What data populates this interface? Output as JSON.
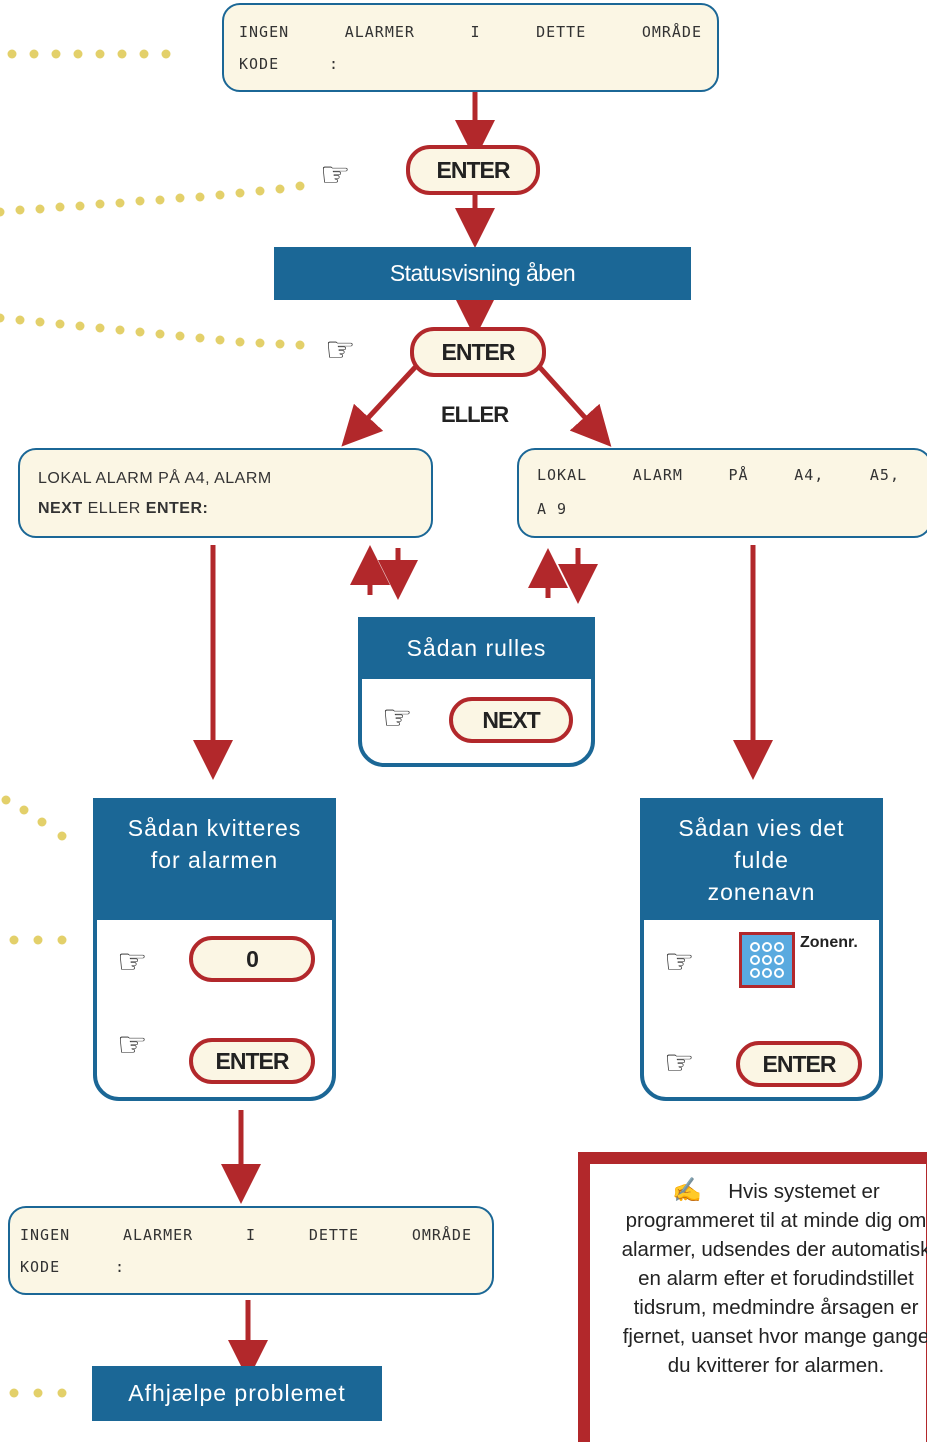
{
  "display_top": {
    "line1": [
      "INGEN",
      "ALARMER",
      "I",
      "DETTE",
      "OMRÅDE"
    ],
    "line2": [
      "KODE",
      ":"
    ]
  },
  "buttons": {
    "enter": "ENTER",
    "next": "NEXT",
    "zero": "0"
  },
  "status_bar": "Statusvisning åben",
  "eller": "ELLER",
  "display_left": {
    "line1": "LOKAL ALARM PÅ A4, ALARM",
    "line2_a": "NEXT",
    "line2_b": " ELLER ",
    "line2_c": "ENTER:"
  },
  "display_right": {
    "line1": [
      "LOKAL",
      "ALARM",
      "PÅ",
      "A4,",
      "A5,"
    ],
    "line2": "A 9"
  },
  "scroll_panel": {
    "title": "Sådan rulles"
  },
  "ack_panel": {
    "title_line1": "Sådan kvitteres",
    "title_line2": "for alarmen"
  },
  "zone_panel": {
    "title_line1": "Sådan vies det",
    "title_line2": "fulde",
    "title_line3": "zonenavn",
    "keypad_label": "Zonenr."
  },
  "display_bottom": {
    "line1": [
      "INGEN",
      "ALARMER",
      "I",
      "DETTE",
      "OMRÅDE"
    ],
    "line2": [
      "KODE",
      ":"
    ]
  },
  "fix_bar": "Afhjælpe problemet",
  "note": {
    "icon": "✍",
    "text": "Hvis systemet er programmeret til at minde dig om alarmer, udsendes der automatisk en alarm efter et forudindstillet tidsrum, medmindre årsagen er fjernet, uanset hvor mange gange du kvitterer for alarmen."
  },
  "icons": {
    "hand": "☞",
    "pointer": "pointing-hand-icon",
    "writing": "writing-hand-icon",
    "keypad": "keypad-icon"
  },
  "colors": {
    "accent_blue": "#1b6796",
    "accent_red": "#b2282b",
    "lcd_bg": "#fbf6e4",
    "dots": "#e3d06a"
  }
}
